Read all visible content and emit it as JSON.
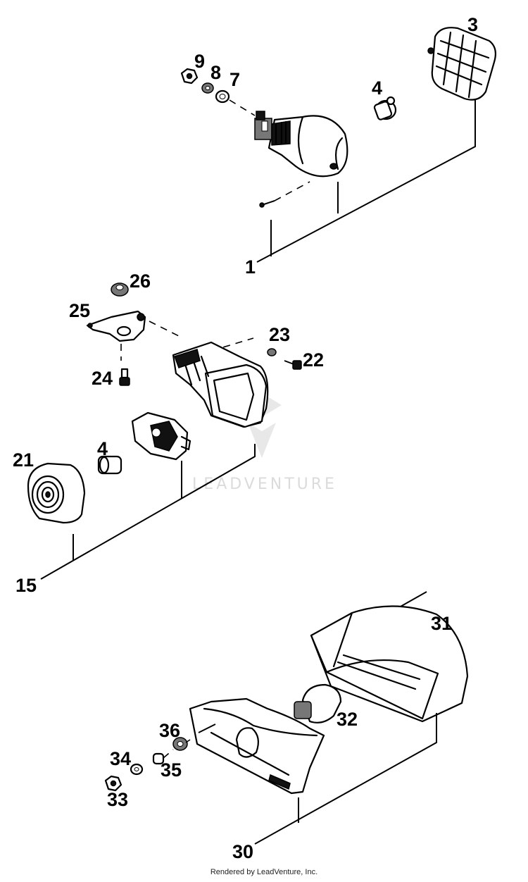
{
  "callouts": {
    "c1": "1",
    "c3": "3",
    "c4a": "4",
    "c7": "7",
    "c8": "8",
    "c9": "9",
    "c15": "15",
    "c21": "21",
    "c22": "22",
    "c23": "23",
    "c4b": "4",
    "c24": "24",
    "c25": "25",
    "c26": "26",
    "c30": "30",
    "c31": "31",
    "c32": "32",
    "c33": "33",
    "c34": "34",
    "c35": "35",
    "c36": "36"
  },
  "watermark": "LEADVENTURE",
  "footer": "Rendered by LeadVenture, Inc."
}
